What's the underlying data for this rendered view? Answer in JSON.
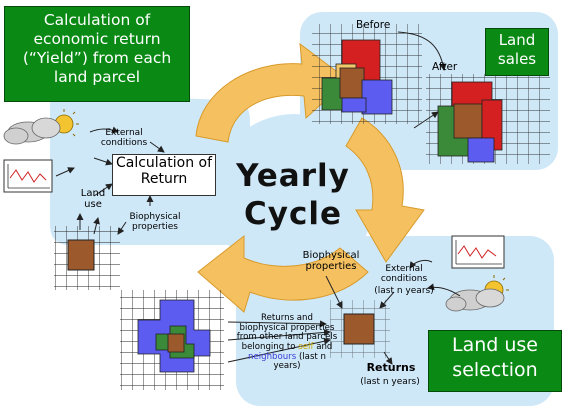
{
  "boxes": {
    "yield": "Calculation of economic return (“Yield”) from each land parcel",
    "land_sales": "Land sales",
    "land_use_selection": "Land use selection",
    "calculation_of_return": "Calculation of Return"
  },
  "center": {
    "line1": "Yearly",
    "line2": "Cycle"
  },
  "labels": {
    "before": "Before",
    "after": "After",
    "external_conditions": "External conditions",
    "land_use": "Land use",
    "biophysical_properties_left": "Biophysical properties",
    "biophysical_properties_right": "Biophysical properties",
    "external_conditions_last": "External conditions",
    "last_n_years_1": "(last n years)",
    "returns_info_1": "Returns and biophysical properties from other land parcels belonging to",
    "self_word": "self",
    "and_word": "and",
    "neighbours_word": "neighbours",
    "last_n_years_2": "(last n years)",
    "returns": "Returns",
    "last_n_years_3": "(last n years)"
  },
  "colors": {
    "panel": "#cfe8f8",
    "arrow": "#f5c160",
    "green_box": "#0a8a14",
    "parcel_brown": "#9c5a2c",
    "parcel_red": "#d42020",
    "parcel_green": "#3a8a3a",
    "parcel_blue": "#5c5cf0",
    "parcel_yellow": "#f2c86a",
    "grid": "#222222",
    "line_chart": "#d02020"
  }
}
